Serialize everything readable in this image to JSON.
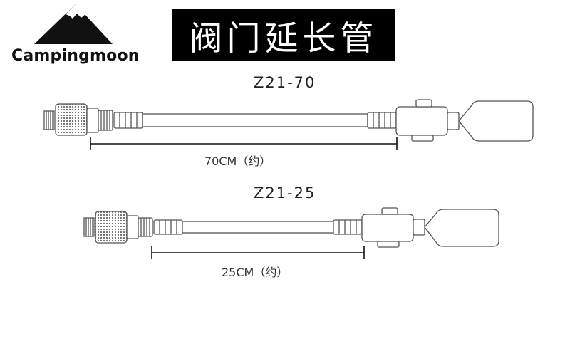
{
  "brand": {
    "name": "Campingmoon",
    "logo_icon": "mountain-logo-icon"
  },
  "title": "阀门延长管",
  "products": [
    {
      "model": "Z21-70",
      "length_label": "70CM（约）"
    },
    {
      "model": "Z21-25",
      "length_label": "25CM（约）"
    }
  ],
  "colors": {
    "background": "#ffffff",
    "title_bg": "#000000",
    "title_text": "#ffffff",
    "line_art": "#555555",
    "dimension_line": "#111111"
  }
}
